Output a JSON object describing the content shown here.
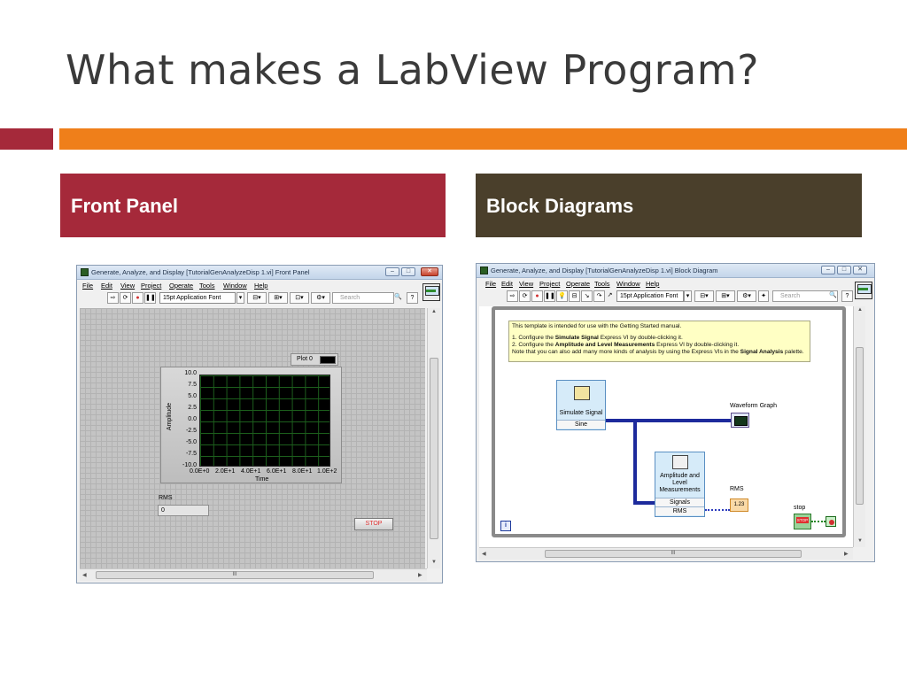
{
  "slide": {
    "title": "What makes a LabView Program?",
    "left_heading": "Front Panel",
    "right_heading": "Block Diagrams"
  },
  "front_panel": {
    "window_title": "Generate, Analyze, and Display [TutorialGenAnalyzeDisp 1.vi] Front Panel",
    "menu": [
      "File",
      "Edit",
      "View",
      "Project",
      "Operate",
      "Tools",
      "Window",
      "Help"
    ],
    "font_select": "15pt Application Font",
    "search_placeholder": "Search",
    "graph": {
      "legend": "Plot 0",
      "y_label": "Amplitude",
      "x_label": "Time",
      "y_ticks": [
        "10.0",
        "7.5",
        "5.0",
        "2.5",
        "0.0",
        "-2.5",
        "-5.0",
        "-7.5",
        "-10.0"
      ],
      "x_ticks": [
        "0.0E+0",
        "2.0E+1",
        "4.0E+1",
        "6.0E+1",
        "8.0E+1",
        "1.0E+2"
      ]
    },
    "rms_label": "RMS",
    "rms_value": "0",
    "stop_label": "STOP",
    "scroll_thumb": "III"
  },
  "block_diagram": {
    "window_title": "Generate, Analyze, and Display [TutorialGenAnalyzeDisp 1.vi] Block Diagram",
    "menu": [
      "File",
      "Edit",
      "View",
      "Project",
      "Operate",
      "Tools",
      "Window",
      "Help"
    ],
    "font_select": "15pt Application Font",
    "search_placeholder": "Search",
    "note": {
      "line1": "This template is intended for use with the Getting Started manual.",
      "line2_pre": "1. Configure the ",
      "line2_bold": "Simulate Signal",
      "line2_post": " Express VI by double-clicking it.",
      "line3_pre": "2. Configure the ",
      "line3_bold": "Amplitude and Level Measurements",
      "line3_post": " Express VI by double-clicking it.",
      "line4_pre": "Note that you can also add many more kinds of analysis by using the Express VIs in the ",
      "line4_bold": "Signal Analysis",
      "line4_post": " palette."
    },
    "simulate_signal": {
      "title": "Simulate Signal",
      "terminal": "Sine"
    },
    "amplitude": {
      "title_1": "Amplitude and",
      "title_2": "Level",
      "title_3": "Measurements",
      "terminal_1": "Signals",
      "terminal_2": "RMS"
    },
    "waveform_graph_label": "Waveform Graph",
    "rms_label": "RMS",
    "rms_indicator": "1.23",
    "stop_label": "stop",
    "stop_glyph": "STOP",
    "iteration_glyph": "i",
    "scroll_thumb": "III"
  }
}
